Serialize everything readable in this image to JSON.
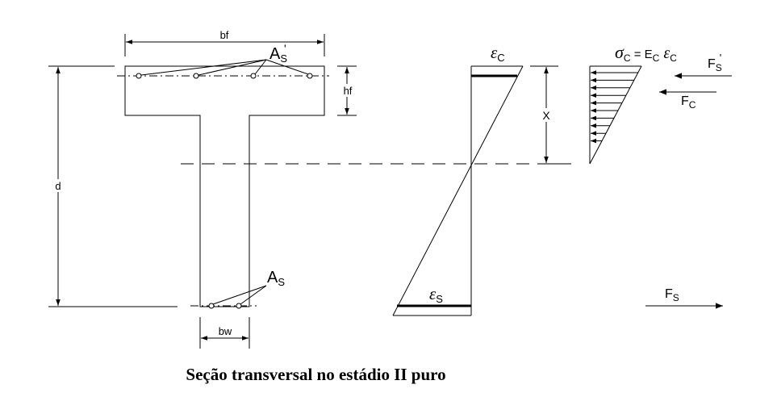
{
  "section": {
    "label_bf": "bf",
    "label_hf": "hf",
    "label_bw": "bw",
    "label_d": "d",
    "top_steel": {
      "main": "A",
      "sub": "S",
      "prime": "'"
    },
    "bottom_steel": {
      "main": "A",
      "sub": "S"
    }
  },
  "strain": {
    "epsilon_c": {
      "main": "ε",
      "sub": "C"
    },
    "epsilon_s": {
      "main": "ε",
      "sub": "S"
    },
    "label_x": "X"
  },
  "stress": {
    "formula": {
      "sigma": "σ",
      "sub1": "C",
      "eq": " = E",
      "sub2": "C",
      "eps": " ε",
      "sub3": "C"
    },
    "force_fs_top": {
      "main": "F",
      "sub": "S",
      "prime": "'"
    },
    "force_fc": {
      "main": "F",
      "sub": "C"
    },
    "force_fs_bottom": {
      "main": "F",
      "sub": "S"
    }
  },
  "caption": "Seção transversal no estádio II puro"
}
